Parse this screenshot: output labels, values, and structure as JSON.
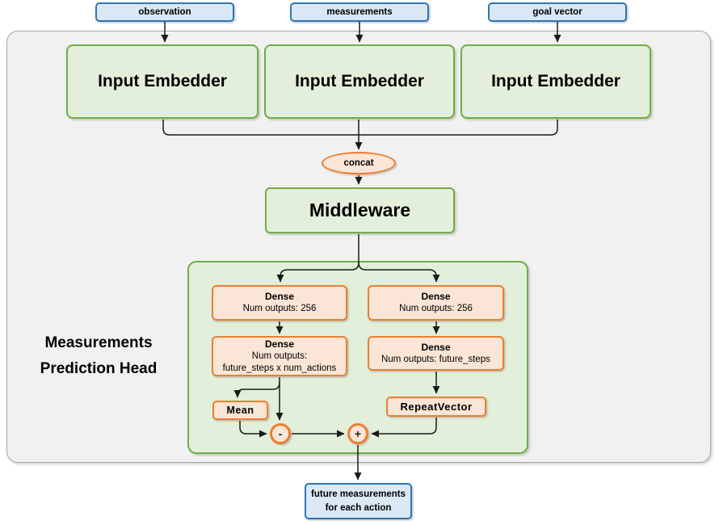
{
  "diagram": {
    "inputs": [
      {
        "label": "observation"
      },
      {
        "label": "measurements"
      },
      {
        "label": "goal vector"
      }
    ],
    "embedders": [
      {
        "label": "Input Embedder"
      },
      {
        "label": "Input Embedder"
      },
      {
        "label": "Input Embedder"
      }
    ],
    "concat_label": "concat",
    "middleware_label": "Middleware",
    "head": {
      "title": "Measurements Prediction Head",
      "dense_left_1": {
        "name": "Dense",
        "detail": "Num outputs: 256"
      },
      "dense_right_1": {
        "name": "Dense",
        "detail": "Num outputs: 256"
      },
      "dense_left_2": {
        "name": "Dense",
        "detail": "Num outputs:",
        "detail2": "future_steps x num_actions"
      },
      "dense_right_2": {
        "name": "Dense",
        "detail": "Num outputs: future_steps"
      },
      "mean_label": "Mean",
      "repeat_vector_label": "RepeatVector",
      "subtract_label": "-",
      "add_label": "+"
    },
    "output": {
      "line1": "future measurements",
      "line2": "for each action"
    },
    "colors": {
      "blue_border": "#2e75b6",
      "blue_fill": "#dae8f5",
      "green_border": "#70ad47",
      "green_fill": "#e2efda",
      "orange_border": "#ed7d31",
      "orange_fill": "#fbe5d6",
      "panel_fill": "#f1f1f1",
      "panel_border": "#a6a6a6",
      "wire": "#1a1a1a"
    }
  }
}
